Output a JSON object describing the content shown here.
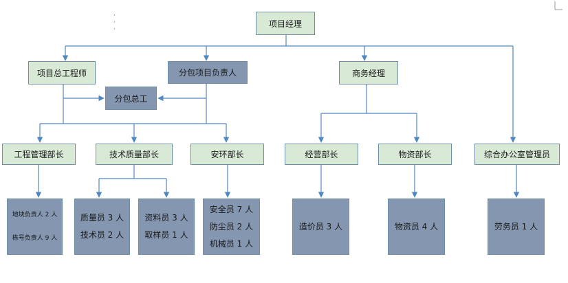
{
  "nodes": {
    "pm": "项目经理",
    "chief_engineer": "项目总工程师",
    "sub_leader": "分包项目负责人",
    "business_manager": "商务经理",
    "sub_chief": "分包总工",
    "eng_dept": "工程管理部长",
    "tech_dept": "技术质量部长",
    "safety_dept": "安环部长",
    "operations_dept": "经营部长",
    "materials_dept": "物资部长",
    "office_admin": "综合办公室管理员"
  },
  "staff": {
    "eng": [
      "地块负责人 2 人",
      "栋号负责人 9 人"
    ],
    "quality": [
      "质量员 3 人",
      "技术员 2 人"
    ],
    "docs": [
      "资料员 3 人",
      "取样员 1 人"
    ],
    "safety": [
      "安全员 7 人",
      "防尘员 2 人",
      "机械员 1 人"
    ],
    "cost": [
      "造价员 3 人"
    ],
    "material": [
      "物资员 4 人"
    ],
    "labor": [
      "劳务员 1 人"
    ]
  },
  "colors": {
    "manager_fill": "#d8ead6",
    "subcontract_fill": "#8496b0",
    "connector": "#4f87c0"
  }
}
